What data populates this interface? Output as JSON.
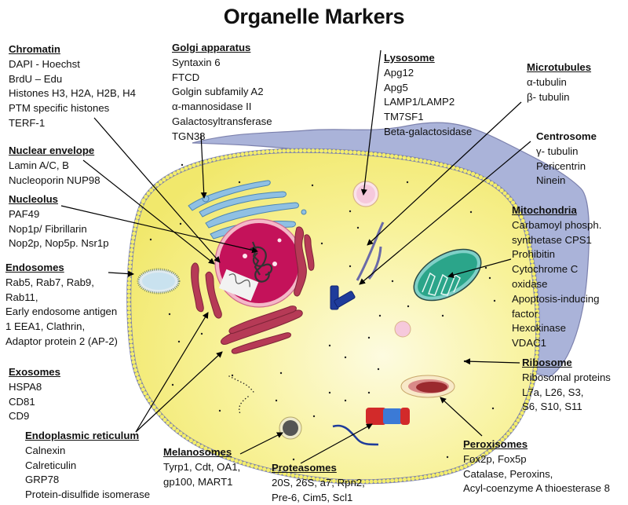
{
  "title": "Organelle Markers",
  "colors": {
    "cytoplasm": "#f7f08f",
    "membrane_bead": "#f4ee6c",
    "membrane_line": "#7c81ad",
    "extracellular": "#aab3d9",
    "nucleus": "#c4125a",
    "golgi": "#8fc0e3",
    "er": "#b63a56",
    "mitochondria": "#2ba58a",
    "centrosome": "#1f3c9b",
    "lysosome": "#f6c9dc",
    "peroxisome": "#9b2a2e"
  },
  "labels": {
    "chromatin": {
      "heading": "Chromatin",
      "items": [
        "DAPI - Hoechst",
        "BrdU – Edu",
        "Histones H3, H2A, H2B, H4",
        "PTM specific histones",
        "TERF-1"
      ]
    },
    "golgi": {
      "heading": "Golgi apparatus",
      "items": [
        "Syntaxin 6",
        "FTCD",
        "Golgin subfamily A2",
        "α-mannosidase II",
        "Galactosyltransferase",
        "TGN38"
      ]
    },
    "lysosome": {
      "heading": "Lysosome",
      "items": [
        "Apg12",
        "Apg5",
        "LAMP1/LAMP2",
        "TM7SF1",
        "Beta-galactosidase"
      ]
    },
    "microtubules": {
      "heading": "Microtubules",
      "items": [
        "α-tubulin",
        "β- tubulin"
      ]
    },
    "centrosome": {
      "heading": "Centrosome",
      "items": [
        "γ- tubulin",
        "Pericentrin",
        "Ninein"
      ]
    },
    "nuclear_envelope": {
      "heading": "Nuclear envelope",
      "items": [
        "Lamin A/C, B",
        "Nucleoporin NUP98"
      ]
    },
    "nucleolus": {
      "heading": "Nucleolus",
      "items": [
        "PAF49",
        "Nop1p/ Fibrillarin",
        "Nop2p, Nop5p. Nsr1p"
      ]
    },
    "mitochondria": {
      "heading": "Mitochondria",
      "items": [
        "Carbamoyl phosph.",
        "synthetase CPS1",
        "Prohibitin",
        "Cytochrome C",
        "oxidase",
        "Apoptosis-inducing",
        "factor",
        "Hexokinase",
        "VDAC1"
      ]
    },
    "endosomes": {
      "heading": "Endosomes",
      "items": [
        "Rab5, Rab7, Rab9,",
        "Rab11,",
        "Early endosome antigen",
        "1 EEA1, Clathrin,",
        "Adaptor protein 2 (AP-2)"
      ]
    },
    "exosomes": {
      "heading": "Exosomes",
      "items": [
        "HSPA8",
        "CD81",
        "CD9"
      ]
    },
    "ribosome": {
      "heading": "Ribosome",
      "items": [
        "Ribosomal proteins",
        "L7a, L26, S3,",
        "S6, S10, S11"
      ]
    },
    "er": {
      "heading": "Endoplasmic reticulum",
      "items": [
        "Calnexin",
        "Calreticulin",
        "GRP78",
        "Protein-disulfide isomerase"
      ]
    },
    "melanosomes": {
      "heading": "Melanosomes",
      "items": [
        "Tyrp1, Cdt, OA1,",
        "gp100, MART1"
      ]
    },
    "proteasomes": {
      "heading": "Proteasomes",
      "items": [
        "20S, 26S, a7, Rpn2,",
        "Pre-6, Cim5, Scl1"
      ]
    },
    "peroxisomes": {
      "heading": "Peroxisomes",
      "items": [
        "Fox2p, Fox5p",
        "Catalase, Peroxins,",
        "Acyl-coenzyme A thioesterase 8"
      ]
    }
  }
}
